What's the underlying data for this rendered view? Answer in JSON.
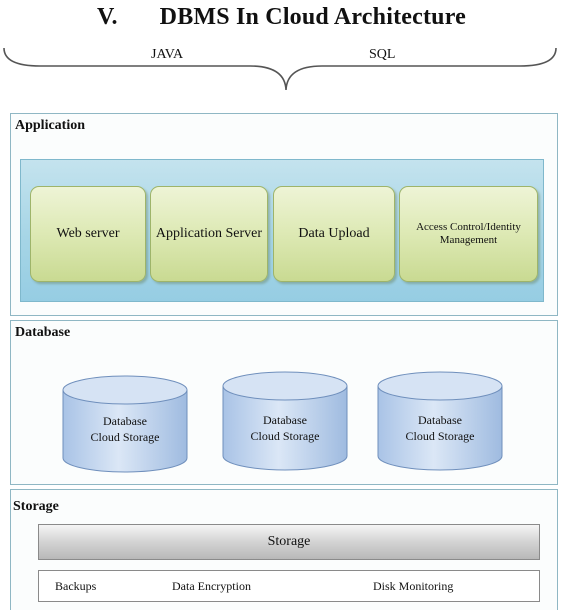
{
  "heading": {
    "number": "V.",
    "title": "DBMS In Cloud Architecture"
  },
  "brace_labels": [
    "JAVA",
    "SQL"
  ],
  "layers": {
    "application": {
      "title": "Application",
      "components": [
        "Web server",
        "Application Server",
        "Data Upload",
        "Access Control/Identity Management"
      ]
    },
    "database": {
      "title": "Database",
      "cylinders": [
        {
          "line1": "Database",
          "line2": "Cloud Storage"
        },
        {
          "line1": "Database",
          "line2": "Cloud Storage"
        },
        {
          "line1": "Database",
          "line2": "Cloud Storage"
        }
      ]
    },
    "storage": {
      "title": "Storage",
      "bar_label": "Storage",
      "items": [
        "Backups",
        "Data Encryption",
        "Disk Monitoring"
      ]
    }
  },
  "colors": {
    "component_fill": "#dde9b4",
    "strip_fill": "#a6d5e6",
    "cylinder_fill": "#c3d6ee",
    "layer_border": "#8fb7c4"
  }
}
